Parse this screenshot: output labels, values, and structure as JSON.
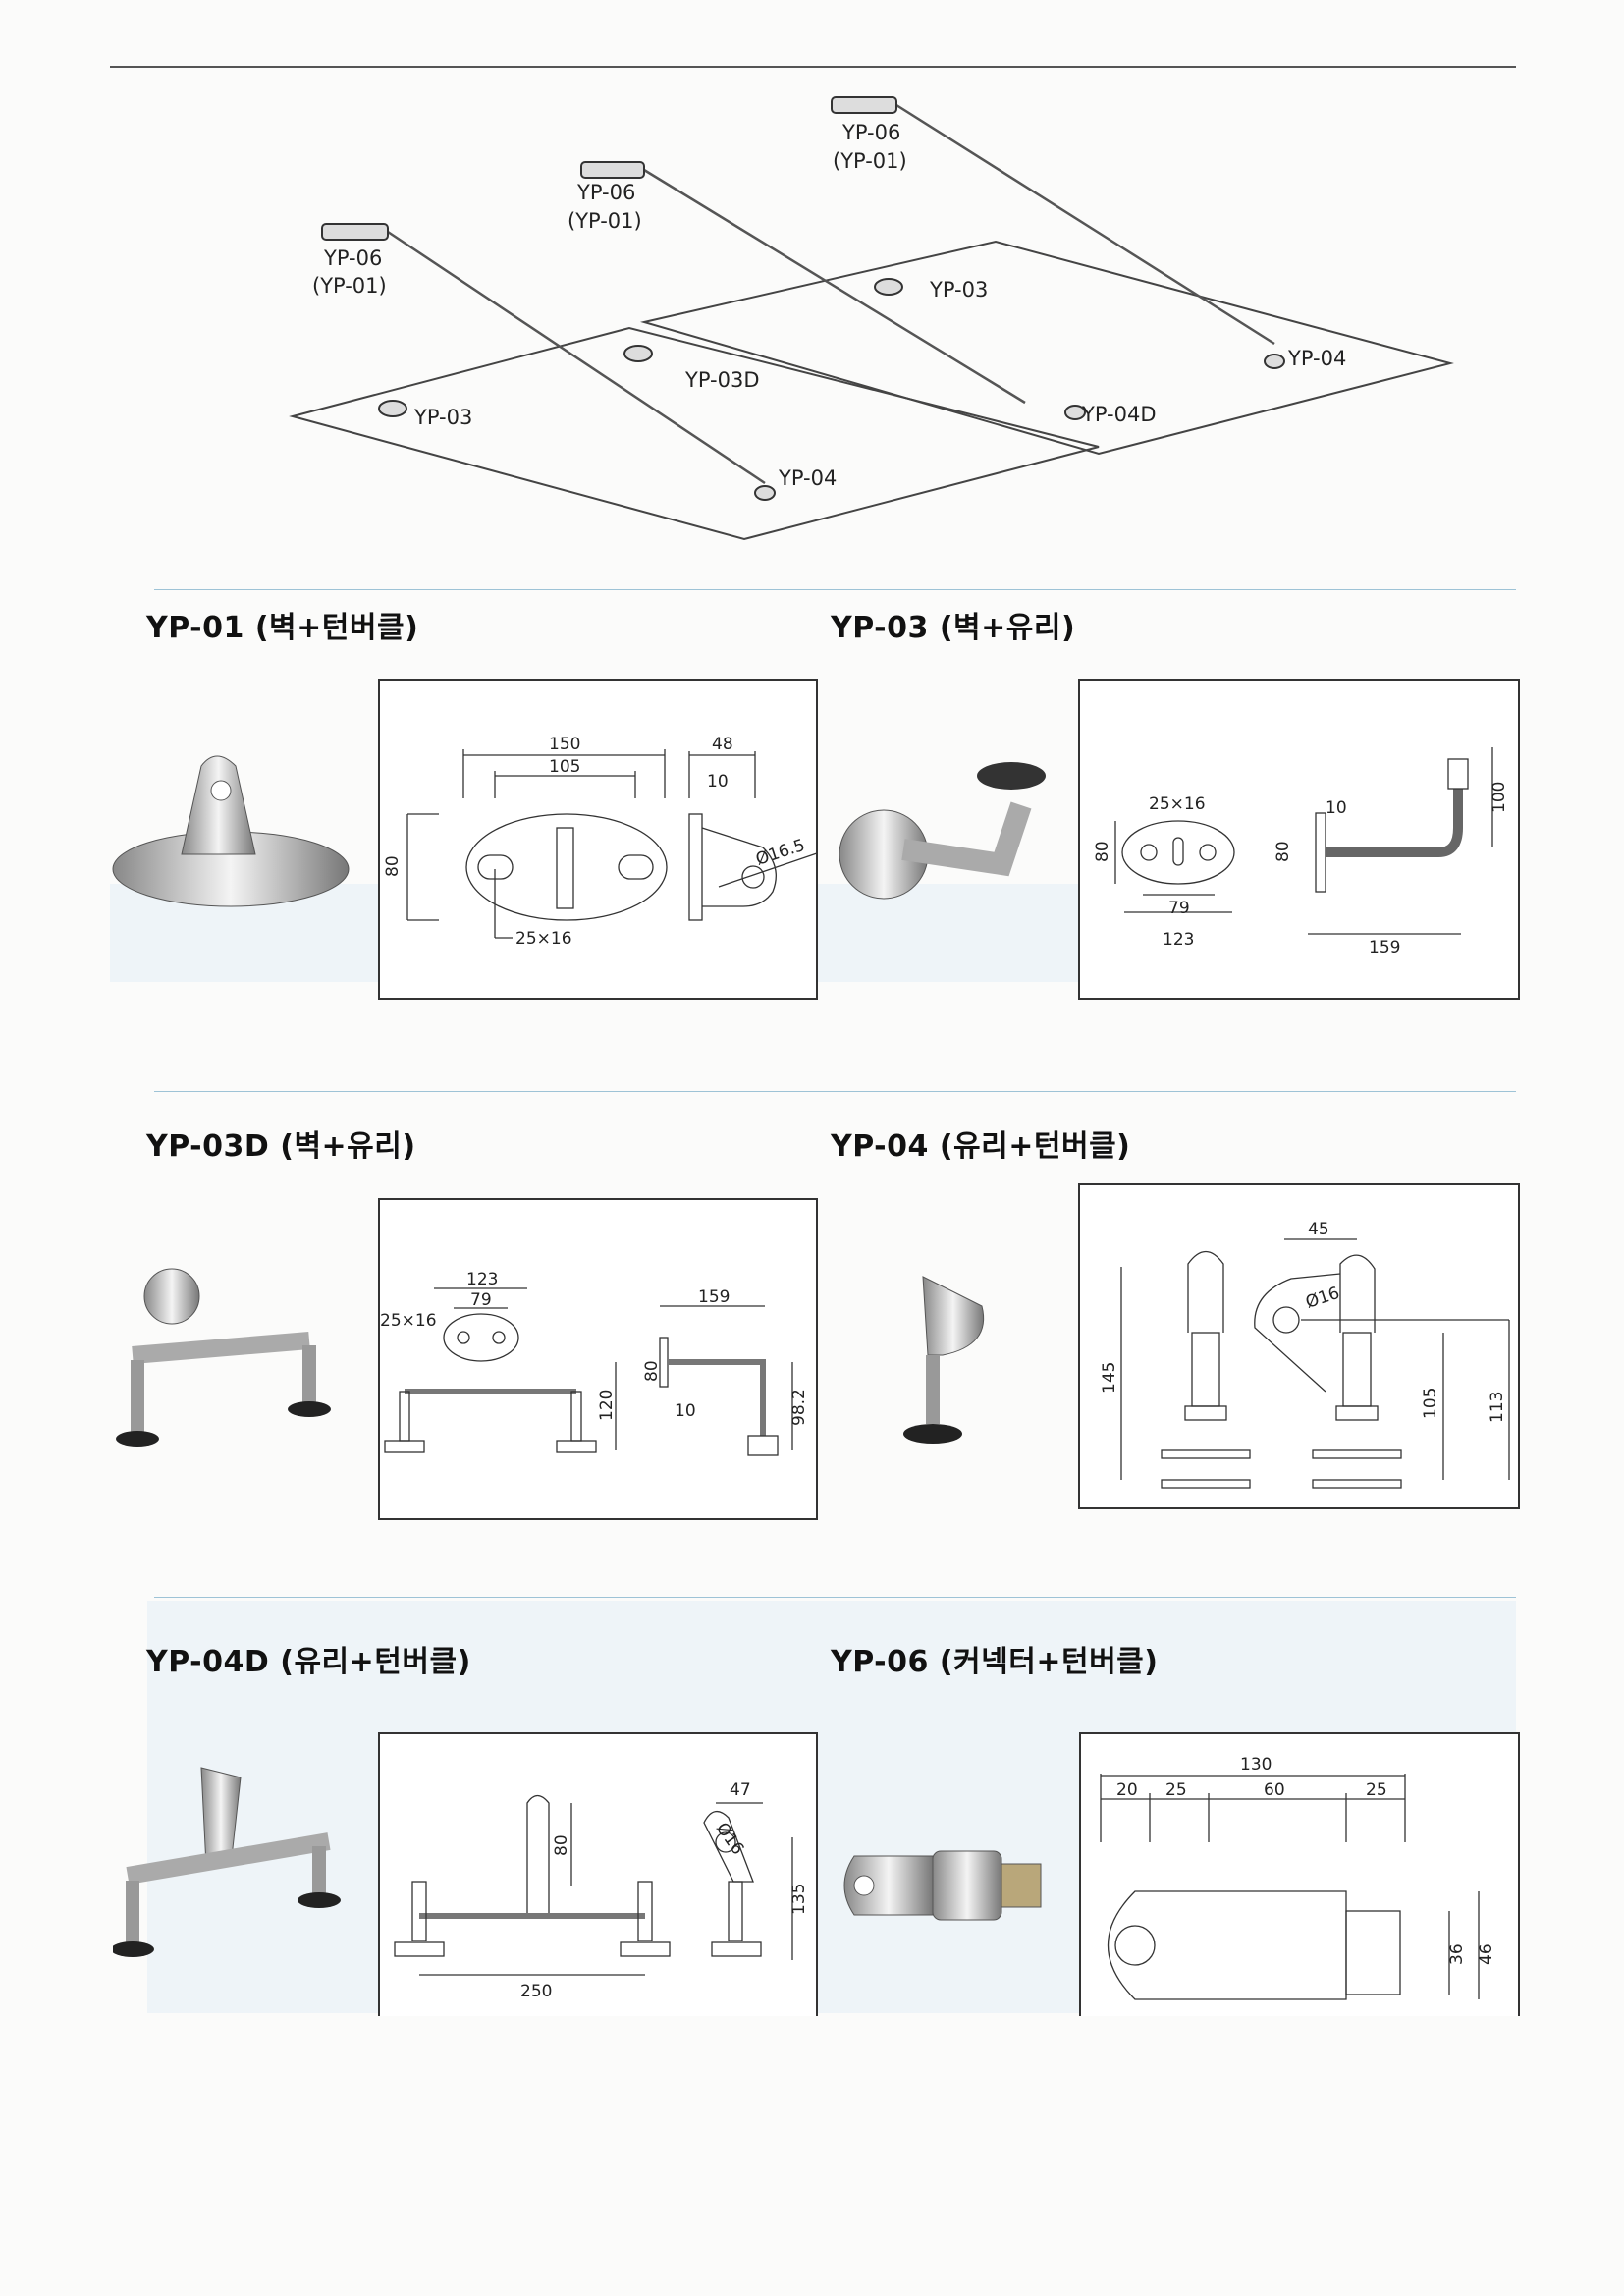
{
  "overview": {
    "labels": {
      "yp06_left": "YP-06",
      "yp01_left": "(YP-01)",
      "yp06_mid": "YP-06",
      "yp01_mid": "(YP-01)",
      "yp06_right": "YP-06",
      "yp01_right": "(YP-01)",
      "yp03_left": "YP-03",
      "yp03d": "YP-03D",
      "yp03_right": "YP-03",
      "yp04_left": "YP-04",
      "yp04d": "YP-04D",
      "yp04_right": "YP-04"
    }
  },
  "sections": {
    "yp01": {
      "title": "YP-01 (벽+턴버클)",
      "dims": {
        "w": "150",
        "slot": "105",
        "d": "48",
        "t": "10",
        "h": "80",
        "hole": "Ø16.5",
        "slot_size": "25×16"
      }
    },
    "yp03": {
      "title": "YP-03 (벽+유리)",
      "dims": {
        "slot_size": "25×16",
        "h": "80",
        "h2": "80",
        "a": "79",
        "b": "123",
        "t": "10",
        "len": "159",
        "v": "100"
      }
    },
    "yp03d": {
      "title": "YP-03D (벽+유리)",
      "dims": {
        "b": "123",
        "a": "79",
        "slot_size": "25×16",
        "len": "159",
        "h": "80",
        "h2": "120",
        "t": "10",
        "v": "98.2"
      }
    },
    "yp04": {
      "title": "YP-04 (유리+턴버클)",
      "dims": {
        "w": "45",
        "hole": "Ø16",
        "h": "145",
        "h2": "105",
        "h3": "113"
      }
    },
    "yp04d": {
      "title": "YP-04D (유리+턴버클)",
      "dims": {
        "w": "47",
        "hole": "Ø16",
        "h": "80",
        "h2": "135",
        "len": "250"
      }
    },
    "yp06": {
      "title": "YP-06 (커넥터+턴버클)",
      "dims": {
        "total": "130",
        "a": "20",
        "b": "25",
        "c": "60",
        "d": "25",
        "h": "36",
        "h2": "46"
      }
    }
  }
}
